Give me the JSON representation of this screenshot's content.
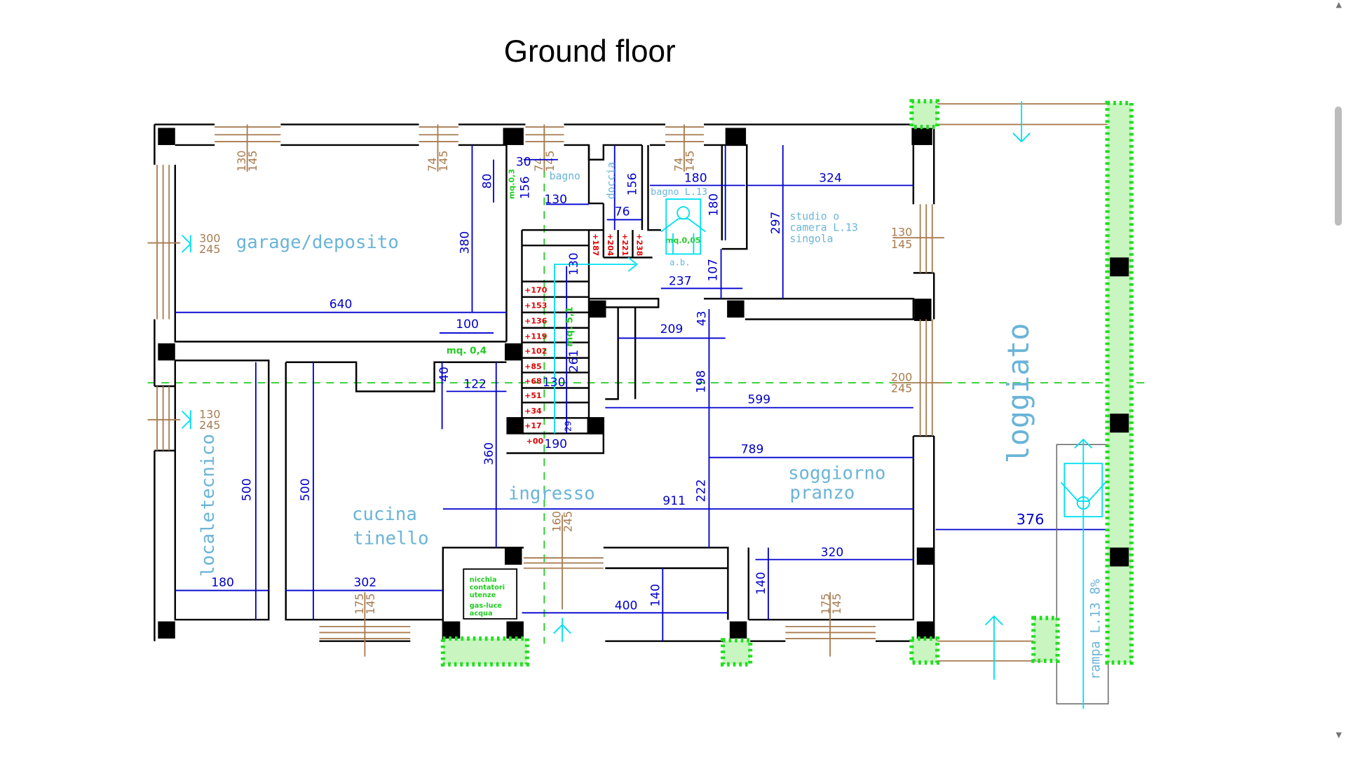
{
  "title": "Ground floor",
  "rooms": {
    "garage": "garage/deposito",
    "locale1": "locale",
    "locale2": "tecnico",
    "cucina1": "cucina",
    "cucina2": "tinello",
    "ingresso": "ingresso",
    "soggiorno1": "soggiorno",
    "soggiorno2": "pranzo",
    "loggiato": "loggiato",
    "studio1": "studio o",
    "studio2": "camera L.13",
    "studio3": "singola",
    "bagno": "bagno",
    "doccia": "doccia",
    "bagno_l13": "bagno L.13",
    "ab": "a.b.",
    "rampa": "rampa L.13 8%"
  },
  "dimensions": [
    "640",
    "380",
    "80",
    "30",
    "156",
    "130",
    "156",
    "76",
    "180",
    "180",
    "324",
    "297",
    "237",
    "107",
    "130",
    "100",
    "122",
    "40",
    "209",
    "43",
    "130",
    "261",
    "198",
    "29",
    "190",
    "599",
    "789",
    "360",
    "911",
    "222",
    "500",
    "500",
    "180",
    "302",
    "400",
    "140",
    "140",
    "320",
    "376"
  ],
  "windows": [
    [
      "130",
      "145"
    ],
    [
      "74",
      "145"
    ],
    [
      "74",
      "145"
    ],
    [
      "74",
      "145"
    ],
    [
      "300",
      "245"
    ],
    [
      "130",
      "145"
    ],
    [
      "200",
      "245"
    ],
    [
      "130",
      "245"
    ],
    [
      "160",
      "245"
    ],
    [
      "175",
      "145"
    ],
    [
      "175",
      "145"
    ]
  ],
  "stair_levels": [
    "+170",
    "+153",
    "+136",
    "+119",
    "+102",
    "+85",
    "+68",
    "+51",
    "+34",
    "+17",
    "+00"
  ],
  "stair_levels_upper": [
    "+187",
    "+204",
    "+221",
    "+238"
  ],
  "areas": {
    "disimpegno": "mq. 0,4",
    "scala": "mq. 5,1",
    "bagno": "mq.0,3",
    "bagno_l13": "mq.0,05"
  },
  "niche": [
    "nicchia",
    "contatori",
    "utenze",
    "gas-luce",
    "acqua"
  ]
}
